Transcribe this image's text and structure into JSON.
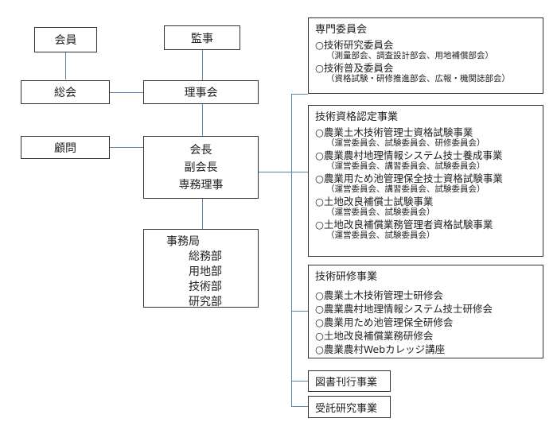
{
  "org": {
    "member": "会員",
    "auditor": "監事",
    "general_assembly": "総会",
    "board": "理事会",
    "advisor": "顧問",
    "executives": [
      "会長",
      "副会長",
      "専務理事"
    ],
    "secretariat": {
      "title": "事務局",
      "departments": [
        "総務部",
        "用地部",
        "技術部",
        "研究部"
      ]
    }
  },
  "committees": {
    "title": "専門委員会",
    "items": [
      {
        "label": "○技術研究委員会",
        "note": "（測量部会、調査設計部会、用地補償部会）"
      },
      {
        "label": "○技術普及委員会",
        "note": "（資格試験・研修推進部会、広報・機関誌部会）"
      }
    ]
  },
  "certification": {
    "title": "技術資格認定事業",
    "items": [
      {
        "label": "○農業土木技術管理士資格試験事業",
        "note": "（運営委員会、試験委員会、研修委員会）"
      },
      {
        "label": "○農業農村地理情報システム技士養成事業",
        "note": "（運営委員会、講習委員会、試験委員会）"
      },
      {
        "label": "○農業用ため池管理保全技士資格試験事業",
        "note": "（運営委員会、講習委員会、試験委員会）"
      },
      {
        "label": "○土地改良補償士試験事業",
        "note": "（運営委員会、試験委員会）"
      },
      {
        "label": "○土地改良補償業務管理者資格試験事業",
        "note": "（運営委員会、試験委員会）"
      }
    ]
  },
  "training": {
    "title": "技術研修事業",
    "items": [
      "○農業土木技術管理士研修会",
      "○農業農村地理情報システム技士研修会",
      "○農業用ため池管理保全研修会",
      "○土地改良補償業務研修会",
      "○農業農村Webカレッジ講座"
    ]
  },
  "publishing": "図書刊行事業",
  "contract_research": "受託研究事業"
}
